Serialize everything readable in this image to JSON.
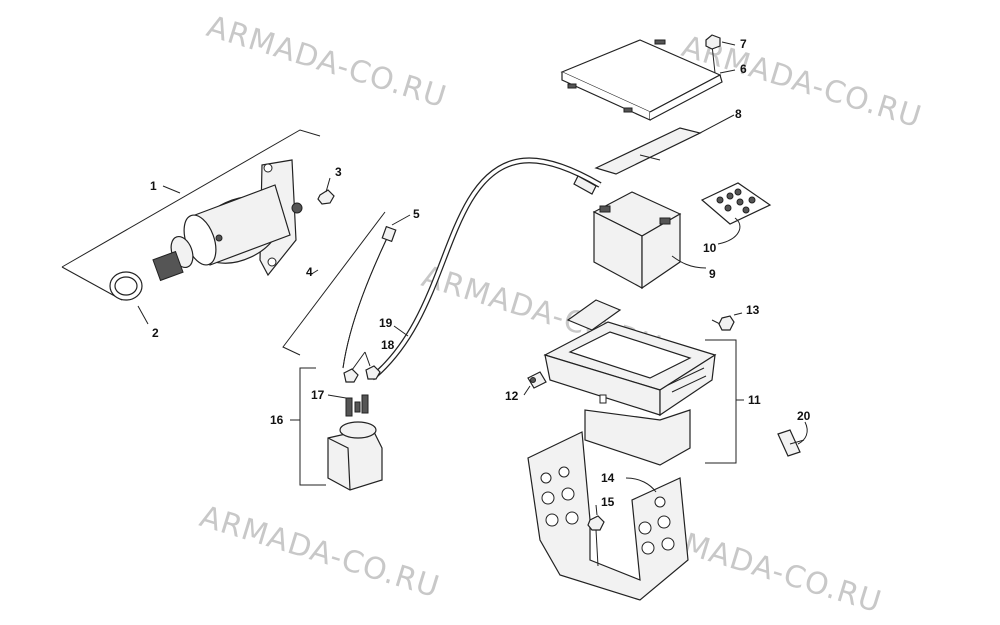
{
  "watermarks": [
    {
      "id": "wm1",
      "text": "ARMADA-CO.RU"
    },
    {
      "id": "wm2",
      "text": "ARMADA-CO.RU"
    },
    {
      "id": "wm3",
      "text": "ARMADA-CO.RU"
    },
    {
      "id": "wm4",
      "text": "ARMADA-CO.RU"
    },
    {
      "id": "wm5",
      "text": "ARMADA-CO.RU"
    }
  ],
  "callouts": [
    {
      "id": "c1",
      "label": "1"
    },
    {
      "id": "c2",
      "label": "2"
    },
    {
      "id": "c3",
      "label": "3"
    },
    {
      "id": "c4",
      "label": "4"
    },
    {
      "id": "c5",
      "label": "5"
    },
    {
      "id": "c6",
      "label": "6"
    },
    {
      "id": "c7",
      "label": "7"
    },
    {
      "id": "c8",
      "label": "8"
    },
    {
      "id": "c9",
      "label": "9"
    },
    {
      "id": "c10",
      "label": "10"
    },
    {
      "id": "c11",
      "label": "11"
    },
    {
      "id": "c12",
      "label": "12"
    },
    {
      "id": "c13",
      "label": "13"
    },
    {
      "id": "c14",
      "label": "14"
    },
    {
      "id": "c15",
      "label": "15"
    },
    {
      "id": "c16",
      "label": "16"
    },
    {
      "id": "c17",
      "label": "17"
    },
    {
      "id": "c18",
      "label": "18"
    },
    {
      "id": "c19",
      "label": "19"
    },
    {
      "id": "c20",
      "label": "20"
    }
  ]
}
